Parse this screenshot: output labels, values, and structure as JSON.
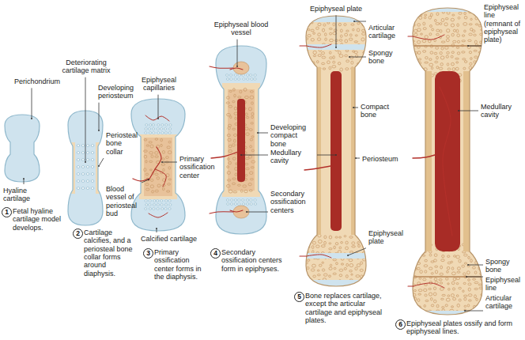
{
  "diagram": {
    "nodes": [
      {
        "text": [
          "1"
        ]
      },
      {
        "text": [
          "2"
        ]
      },
      {
        "text": [
          "3"
        ]
      },
      {
        "text": [
          "4"
        ]
      },
      {
        "text": [
          "5"
        ]
      },
      {
        "text": [
          "6"
        ]
      }
    ],
    "labels": [
      "Perichondrium",
      "Hyaline cartilage",
      "Fetal hyaline cartilage model develops.",
      "Deteriorating cartilage matrix",
      "Developing periosteum",
      "Periosteal bone collar",
      "Cartilage calcifies, and a periosteal bone collar forms around diaphysis.",
      "Epiphyseal capillaries",
      "Primary ossification center",
      "Blood vessel of periosteal bud",
      "Calcified cartilage",
      "Primary ossification center forms in the diaphysis.",
      "Epiphyseal blood vessel",
      "Developing compact bone",
      "Medullary cavity",
      "Secondary ossification centers",
      "Secondary ossification centers form in epiphyses.",
      "Epiphyseal plate",
      "Articular cartilage",
      "Spongy bone",
      "Compact bone",
      "Periosteum",
      "Epiphyseal plate",
      "Bone replaces cartilage, except the articular cartilage and epiphyseal plates.",
      "Epiphyseal line (remnant of epiphyseal plate)",
      "Medullary cavity",
      "Spongy bone",
      "Epiphyseal line",
      "Articular cartilage",
      "Epiphyseal plates ossify and form epiphyseal lines."
    ]
  }
}
